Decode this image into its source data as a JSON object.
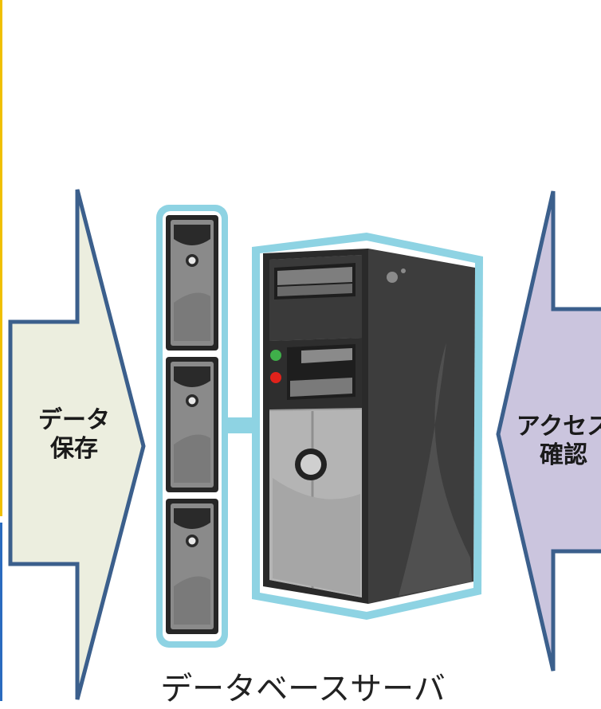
{
  "left_arrow": {
    "line1": "データ",
    "line2": "保存"
  },
  "right_arrow": {
    "line1": "アクセス",
    "line2": "確認"
  },
  "caption": "データベースサーバ",
  "colors": {
    "left_arrow_fill": "#eceedf",
    "right_arrow_fill": "#cbc5de",
    "arrow_stroke": "#3b5f8c",
    "glow": "#8ed3e3",
    "yellow_edge": "#f0c000",
    "blue_edge": "#2a6bbf",
    "led_green": "#3fb04a",
    "led_red": "#e0221b"
  }
}
